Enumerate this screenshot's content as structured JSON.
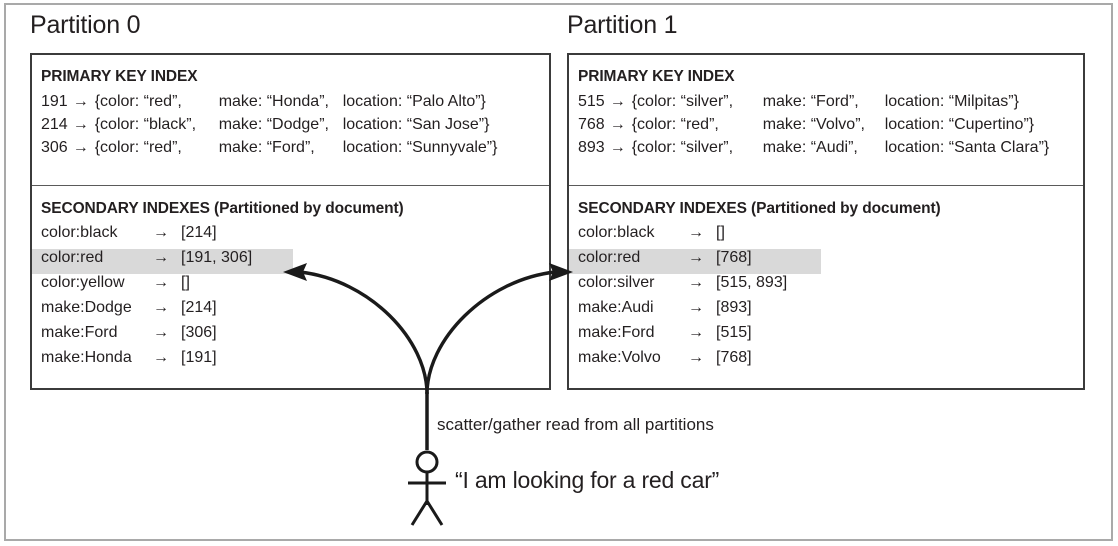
{
  "figure": {
    "caption_scatter": "scatter/gather read from all partitions",
    "user_speech": "“I am looking for a red car”",
    "arrow_glyph": "→",
    "colors": {
      "frame": "#a9a9a9",
      "box_border": "#3b3b3b",
      "text": "#231f20",
      "highlight": "#d9d9d9"
    }
  },
  "partitions": [
    {
      "title": "Partition 0",
      "primary_index": {
        "heading": "PRIMARY KEY INDEX",
        "rows": [
          {
            "key": "191",
            "color": "{color: “red”,",
            "make": "make: “Honda”,",
            "location": "location: “Palo Alto”}"
          },
          {
            "key": "214",
            "color": "{color: “black”,",
            "make": "make: “Dodge”,",
            "location": "location: “San Jose”}"
          },
          {
            "key": "306",
            "color": "{color: “red”,",
            "make": "make: “Ford”,",
            "location": "location: “Sunnyvale”}"
          }
        ]
      },
      "secondary_index": {
        "heading": "SECONDARY INDEXES (Partitioned by document)",
        "rows": [
          {
            "term": "color:black",
            "ids": "[214]",
            "highlighted": false
          },
          {
            "term": "color:red",
            "ids": "[191, 306]",
            "highlighted": true
          },
          {
            "term": "color:yellow",
            "ids": "[]",
            "highlighted": false
          },
          {
            "term": "make:Dodge",
            "ids": "[214]",
            "highlighted": false
          },
          {
            "term": "make:Ford",
            "ids": "[306]",
            "highlighted": false
          },
          {
            "term": "make:Honda",
            "ids": "[191]",
            "highlighted": false
          }
        ]
      }
    },
    {
      "title": "Partition 1",
      "primary_index": {
        "heading": "PRIMARY KEY INDEX",
        "rows": [
          {
            "key": "515",
            "color": "{color: “silver”,",
            "make": "make: “Ford”,",
            "location": "location: “Milpitas”}"
          },
          {
            "key": "768",
            "color": "{color: “red”,",
            "make": "make: “Volvo”,",
            "location": "location: “Cupertino”}"
          },
          {
            "key": "893",
            "color": "{color: “silver”,",
            "make": "make: “Audi”,",
            "location": "location: “Santa Clara”}"
          }
        ]
      },
      "secondary_index": {
        "heading": "SECONDARY INDEXES (Partitioned by document)",
        "rows": [
          {
            "term": "color:black",
            "ids": "[]",
            "highlighted": false
          },
          {
            "term": "color:red",
            "ids": "[768]",
            "highlighted": true
          },
          {
            "term": "color:silver",
            "ids": "[515, 893]",
            "highlighted": false
          },
          {
            "term": "make:Audi",
            "ids": "[893]",
            "highlighted": false
          },
          {
            "term": "make:Ford",
            "ids": "[515]",
            "highlighted": false
          },
          {
            "term": "make:Volvo",
            "ids": "[768]",
            "highlighted": false
          }
        ]
      }
    }
  ]
}
